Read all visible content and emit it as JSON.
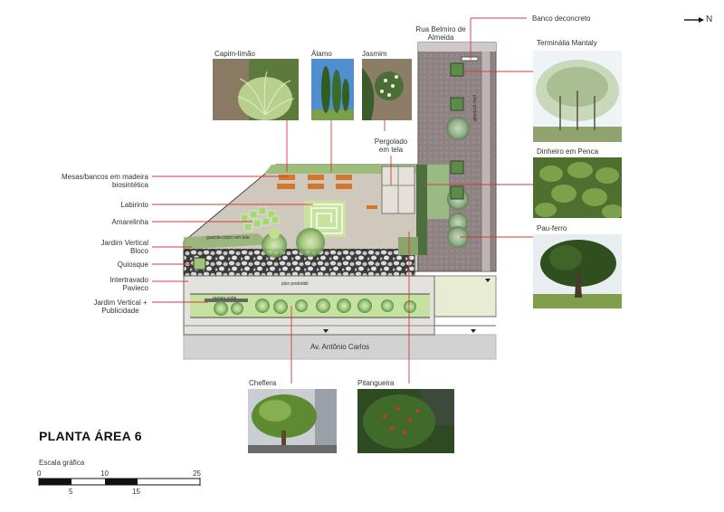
{
  "north_label": "N",
  "title": "PLANTA ÁREA 6",
  "scale": {
    "label": "Escala gráfica",
    "top_ticks": [
      "0",
      "10",
      "25"
    ],
    "bottom_ticks": [
      "5",
      "15"
    ]
  },
  "streets": {
    "main": "Av. Antônio Carlos",
    "side": "Rua Belmiro de Almeida"
  },
  "plan_notes": {
    "guarda_corpo": "guarda-corpo em tela",
    "rampa": "rampa sobe",
    "piso_podotatil_1": "piso podotátil",
    "piso_podotatil_2": "piso podotátil"
  },
  "left_callouts": [
    "Mesas/bancos em madeira biosintética",
    "Labirinto",
    "Amarelinha",
    "Jardim Vertical Bloco",
    "Quiosque",
    "Intertravado Pavieco",
    "Jardim Vertical + Publicidade"
  ],
  "top_photos": {
    "capim": "Capim-limão",
    "alamo": "Álamo",
    "jasmim": "Jasmim"
  },
  "pergolado": "Pergolado em tela",
  "banco": "Banco deconcreto",
  "right_photos": {
    "terminalia": "Terminália Mantaly",
    "dinheiro": "Dinheiro em Penca",
    "pau_ferro": "Pau-ferro"
  },
  "bottom_photos": {
    "cheflera": "Cheflera",
    "pitangueira": "Pitangueira"
  },
  "colors": {
    "callout_line": "#d63a3a",
    "plan_paving": "#cfc8bd",
    "street": "#d0d0d0",
    "side_street": "#8f8585",
    "grass": "#b9d58f"
  }
}
